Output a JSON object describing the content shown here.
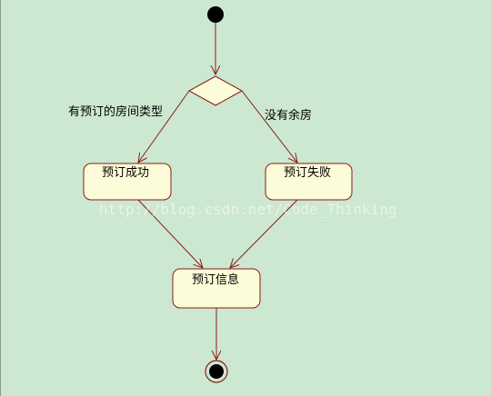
{
  "diagram": {
    "nodes": {
      "booking_success": "预订成功",
      "booking_failed": "预订失败",
      "booking_info": "预订信息"
    },
    "edges": {
      "has_room_type": "有预订的房间类型",
      "no_vacancy": "没有余房"
    },
    "watermark": "http://blog.csdn.net/Code_Thinking"
  },
  "colors": {
    "background": "#cce8d0",
    "node_fill": "#fcfcd8",
    "node_border": "#8b1a1a",
    "line": "#8b1a1a",
    "initial_node": "#000000"
  }
}
